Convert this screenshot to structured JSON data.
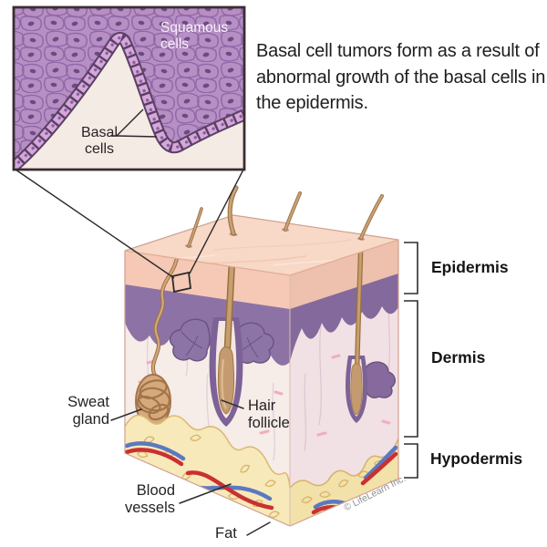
{
  "inset": {
    "squamous_cells_label": "Squamous cells",
    "basal_cells_label": "Basal cells"
  },
  "description": "Basal cell tumors form as a result of abnormal growth of the basal cells in the epidermis.",
  "layer_labels": {
    "epidermis": "Epidermis",
    "dermis": "Dermis",
    "hypodermis": "Hypodermis"
  },
  "part_labels": {
    "sweat_gland": "Sweat gland",
    "hair_follicle": "Hair follicle",
    "blood_vessels": "Blood vessels",
    "fat": "Fat"
  },
  "copyright": "© LifeLearn Inc.",
  "colors": {
    "squamous_purple": "#b68fc4",
    "basal_pink": "#d5a7db",
    "epidermis_purple": "#8d73a5",
    "skin_pink": "#f5c9b6",
    "skin_surface": "#f8d8c6",
    "dermis_cream": "#f6ece8",
    "fat_yellow": "#f8e9ba",
    "vessel_red": "#c93130",
    "vessel_blue": "#5b79c1",
    "hair_tan": "#c79e6e"
  }
}
